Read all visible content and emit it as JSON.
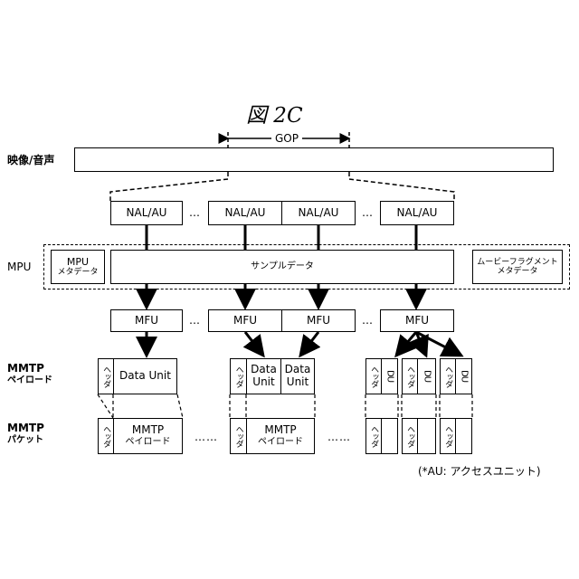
{
  "figure_title": "図 2C",
  "gop_label": "GOP",
  "rows": {
    "video_audio": "映像/音声",
    "mpu": "MPU",
    "mmtp_payload": [
      "MMTP",
      "ペイロード"
    ],
    "mmtp_packet": [
      "MMTP",
      "パケット"
    ]
  },
  "nal_au": [
    "NAL/AU",
    "NAL/AU",
    "NAL/AU",
    "NAL/AU"
  ],
  "mpu_boxes": {
    "metadata": [
      "MPU",
      "メタデータ"
    ],
    "sample_data": "サンプルデータ",
    "movie_fragment_metadata": [
      "ムービーフラグメント",
      "メタデータ"
    ]
  },
  "mfu": [
    "MFU",
    "MFU",
    "MFU",
    "MFU"
  ],
  "payload": {
    "header": "ヘッダ",
    "data_unit": "Data Unit",
    "data_unit_split": [
      "Data",
      "Unit"
    ],
    "du": "DU"
  },
  "packet": {
    "header": "ヘッダ",
    "payload": [
      "MMTP",
      "ペイロード"
    ]
  },
  "ellipsis": "…",
  "ellipsis_long": "……",
  "footnote": "(*AU: アクセスユニット)"
}
